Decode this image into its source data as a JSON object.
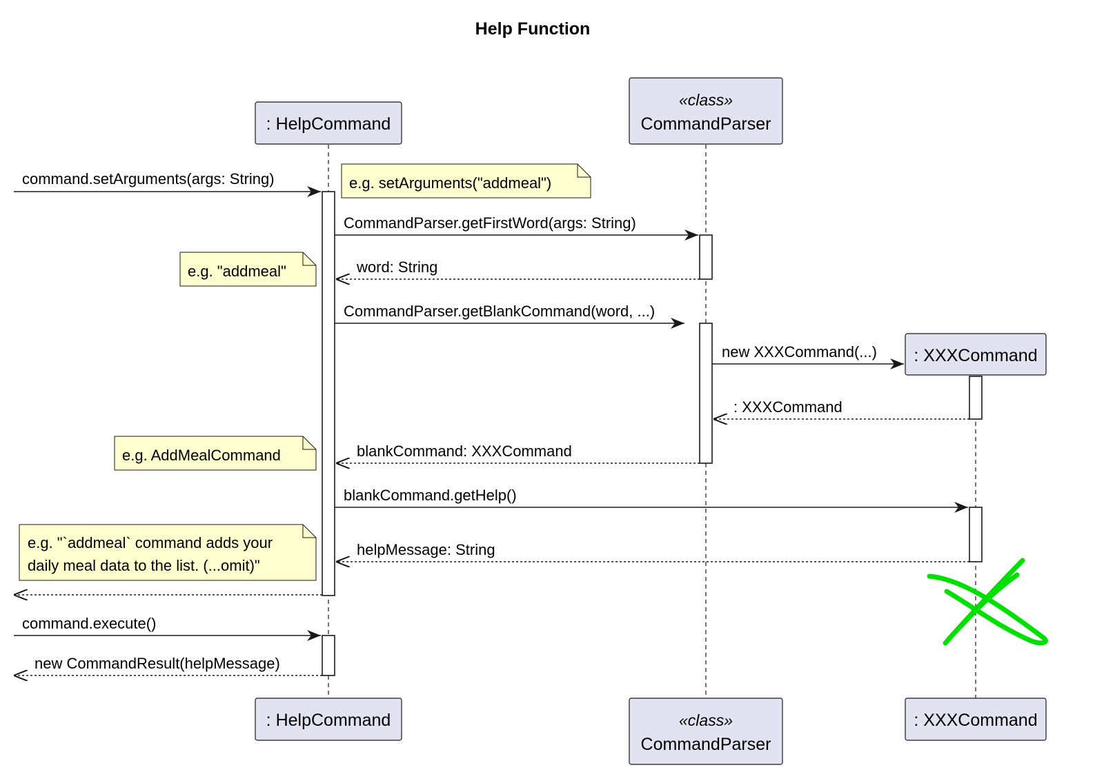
{
  "title": "Help Function",
  "participants": {
    "help": {
      "label": ": HelpCommand"
    },
    "parser": {
      "stereotype": "«class»",
      "label": "CommandParser"
    },
    "xxx": {
      "label": ": XXXCommand"
    }
  },
  "messages": {
    "m1": "command.setArguments(args: String)",
    "m2": "CommandParser.getFirstWord(args: String)",
    "m3": "word: String",
    "m4": "CommandParser.getBlankCommand(word, ...)",
    "m5": "new XXXCommand(...)",
    "m6": ": XXXCommand",
    "m7": "blankCommand: XXXCommand",
    "m8": "blankCommand.getHelp()",
    "m9": "helpMessage: String",
    "m10": "command.execute()",
    "m11": "new CommandResult(helpMessage)"
  },
  "notes": {
    "n1": "e.g. setArguments(\"addmeal\")",
    "n2": "e.g. \"addmeal\"",
    "n3": "e.g. AddMealCommand",
    "n4": [
      "e.g. \"`addmeal` command adds your",
      "daily meal data to the list. (...omit)\""
    ]
  },
  "colors": {
    "participant_fill": "#e2e2f0",
    "note_fill": "#fefece",
    "destroy_mark": "#00e000"
  }
}
